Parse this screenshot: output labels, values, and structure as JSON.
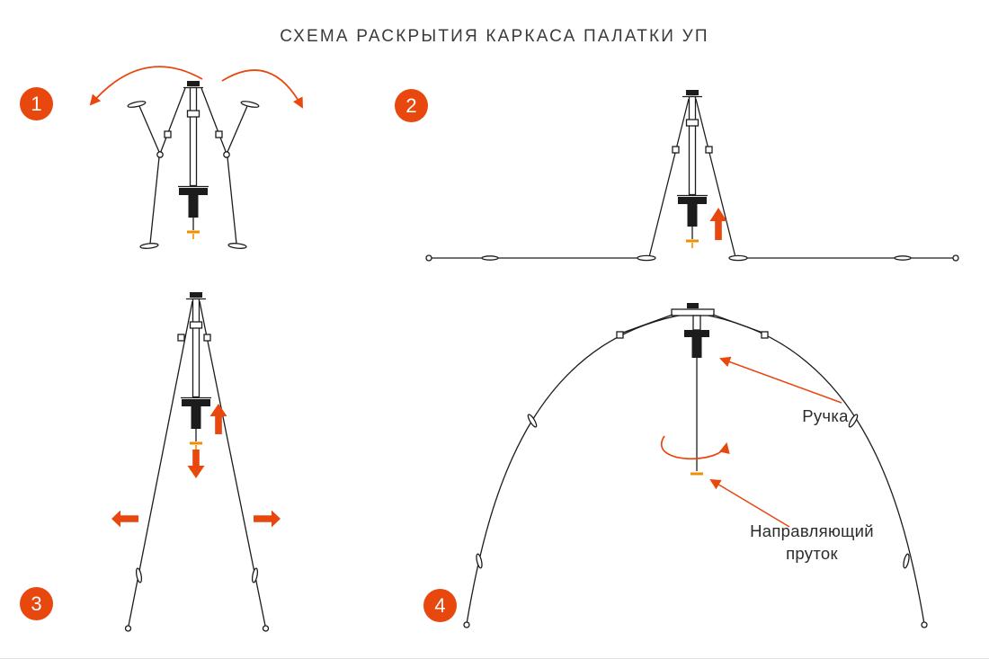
{
  "title": "СХЕМА РАСКРЫТИЯ КАРКАСА ПАЛАТКИ УП",
  "steps": [
    {
      "number": "1"
    },
    {
      "number": "2"
    },
    {
      "number": "3"
    },
    {
      "number": "4"
    }
  ],
  "annotations": {
    "handle_label": "Ручка",
    "guide_rod_label": "Направляющий пруток"
  },
  "colors": {
    "accent": "#E8470E",
    "guide_tick": "#F09000",
    "line": "#1C1C1C",
    "background": "#FFFFFF"
  }
}
